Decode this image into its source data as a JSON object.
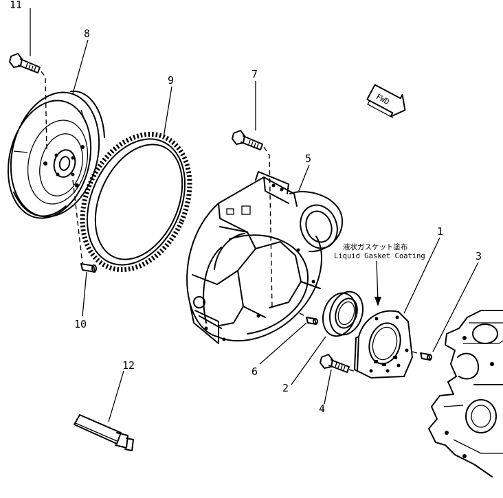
{
  "diagram": {
    "callouts": [
      {
        "id": "1",
        "label": "1"
      },
      {
        "id": "2",
        "label": "2"
      },
      {
        "id": "3",
        "label": "3"
      },
      {
        "id": "4",
        "label": "4"
      },
      {
        "id": "5",
        "label": "5"
      },
      {
        "id": "6",
        "label": "6"
      },
      {
        "id": "7",
        "label": "7"
      },
      {
        "id": "8",
        "label": "8"
      },
      {
        "id": "9",
        "label": "9"
      },
      {
        "id": "10",
        "label": "10"
      },
      {
        "id": "11",
        "label": "11"
      },
      {
        "id": "12",
        "label": "12"
      }
    ],
    "note": {
      "japanese": "液状ガスケット塗布",
      "english": "Liquid Gasket Coating"
    },
    "direction_marker": "FWD"
  }
}
